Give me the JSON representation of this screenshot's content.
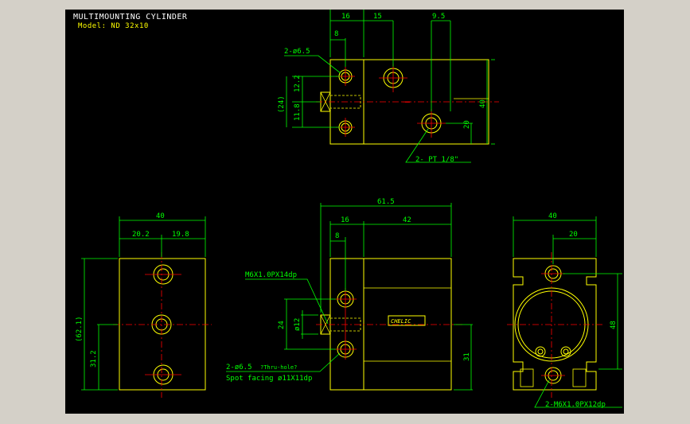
{
  "title": "MULTIMOUNTING CYLINDER",
  "model": "Model:  ND  32x10",
  "top_view": {
    "d16": "16",
    "d15": "15",
    "d9_5": "9.5",
    "d8": "8",
    "hole_note": "2-ø6.5",
    "d12_2": "12.2",
    "d24p": "(24)",
    "d11_8": "11.8",
    "d40": "40",
    "d20": "20",
    "port_note": "2-  PT 1/8\""
  },
  "left_view": {
    "d40": "40",
    "d20_2": "20.2",
    "d19_8": "19.8",
    "d62_1p": "(62.1)",
    "d31_2": "31.2"
  },
  "front_view": {
    "d61_5": "61.5",
    "d16": "16",
    "d42": "42",
    "d8": "8",
    "thread_note": "M6X1.0PX14dp",
    "d24": "24",
    "d12": "ø12",
    "d31": "31",
    "hole_note": "2-ø6.5",
    "thru_note": "?Thru-hole?",
    "spot_note": "Spot facing  ø11X11dp",
    "brand": "CHELIC"
  },
  "right_view": {
    "d40": "40",
    "d20": "20",
    "d48": "48",
    "thread_note": "2-M6X1.0PX12dp"
  },
  "colors": {
    "background": "#000000",
    "object": "#ffff00",
    "dimension": "#00ff00",
    "center": "#ff0000",
    "title": "#ffffff",
    "window": "#d4d0c8"
  }
}
